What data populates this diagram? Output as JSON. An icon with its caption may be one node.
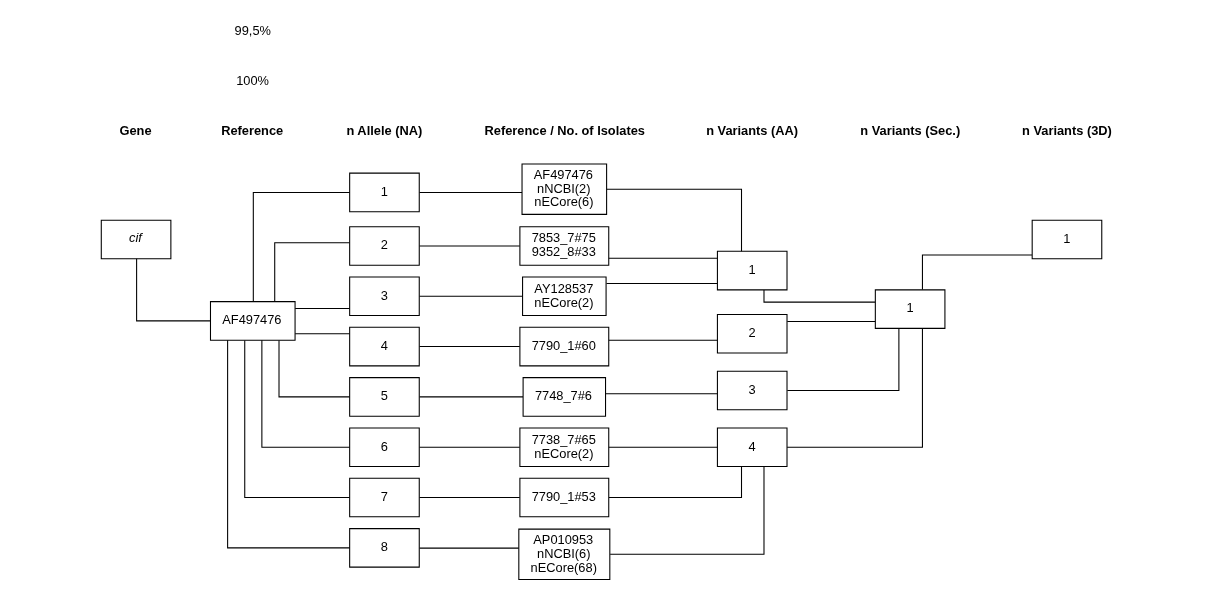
{
  "diagram": {
    "nodes": [
      {
        "text": [
          "cif"
        ]
      },
      {
        "text": [
          "AF497476"
        ]
      },
      {
        "text": [
          "1"
        ]
      },
      {
        "text": [
          "2"
        ]
      },
      {
        "text": [
          "3"
        ]
      },
      {
        "text": [
          "4"
        ]
      },
      {
        "text": [
          "5"
        ]
      },
      {
        "text": [
          "6"
        ]
      },
      {
        "text": [
          "7"
        ]
      },
      {
        "text": [
          "8"
        ]
      },
      {
        "text": [
          "AF497476",
          "nNCBI(2)",
          "nECore(6)"
        ]
      },
      {
        "text": [
          "7853_7#75",
          "9352_8#33"
        ]
      },
      {
        "text": [
          "AY128537",
          "nECore(2)"
        ]
      },
      {
        "text": [
          "7790_1#60"
        ]
      },
      {
        "text": [
          "7748_7#6"
        ]
      },
      {
        "text": [
          "7738_7#65",
          "nECore(2)"
        ]
      },
      {
        "text": [
          "7790_1#53"
        ]
      },
      {
        "text": [
          "AP010953",
          "nNCBI(6)",
          "nECore(68)"
        ]
      },
      {
        "text": [
          "1"
        ]
      },
      {
        "text": [
          "2"
        ]
      },
      {
        "text": [
          "3"
        ]
      },
      {
        "text": [
          "4"
        ]
      },
      {
        "text": [
          "1"
        ]
      },
      {
        "text": [
          "1"
        ]
      }
    ],
    "edges": [
      {
        "from": 0,
        "to": 1,
        "arrow": "none"
      },
      {
        "from": 1,
        "to": 2,
        "arrow": "none"
      },
      {
        "from": 1,
        "to": 3,
        "arrow": "none"
      },
      {
        "from": 1,
        "to": 4,
        "arrow": "none"
      },
      {
        "from": 1,
        "to": 5,
        "arrow": "none"
      },
      {
        "from": 1,
        "to": 6,
        "arrow": "none"
      },
      {
        "from": 1,
        "to": 7,
        "arrow": "none"
      },
      {
        "from": 1,
        "to": 8,
        "arrow": "none"
      },
      {
        "from": 1,
        "to": 9,
        "arrow": "none"
      },
      {
        "from": 2,
        "to": 10,
        "arrow": "none"
      },
      {
        "from": 3,
        "to": 11,
        "arrow": "none"
      },
      {
        "from": 4,
        "to": 12,
        "arrow": "none"
      },
      {
        "from": 5,
        "to": 13,
        "arrow": "none"
      },
      {
        "from": 6,
        "to": 14,
        "arrow": "none"
      },
      {
        "from": 7,
        "to": 15,
        "arrow": "none"
      },
      {
        "from": 8,
        "to": 16,
        "arrow": "none"
      },
      {
        "from": 9,
        "to": 17,
        "arrow": "none"
      },
      {
        "from": 10,
        "to": 18,
        "arrow": "none"
      },
      {
        "from": 11,
        "to": 18,
        "arrow": "none"
      },
      {
        "from": 12,
        "to": 18,
        "arrow": "none"
      },
      {
        "from": 13,
        "to": 19,
        "arrow": "none"
      },
      {
        "from": 14,
        "to": 20,
        "arrow": "none"
      },
      {
        "from": 15,
        "to": 21,
        "arrow": "none"
      },
      {
        "from": 16,
        "to": 21,
        "arrow": "none"
      },
      {
        "from": 17,
        "to": 21,
        "arrow": "none"
      },
      {
        "from": 18,
        "to": 22,
        "arrow": "none"
      },
      {
        "from": 19,
        "to": 22,
        "arrow": "none"
      },
      {
        "from": 20,
        "to": 22,
        "arrow": "none"
      },
      {
        "from": 21,
        "to": 22,
        "arrow": "none"
      },
      {
        "from": 22,
        "to": 23,
        "arrow": "none"
      }
    ],
    "labels": [
      "Gene",
      "Reference",
      "n Allele (NA)",
      "Reference / No. of Isolates",
      "n Variants (AA)",
      "n Variants (Sec.)",
      "n Variants (3D)",
      "100%",
      "99,5%"
    ]
  }
}
